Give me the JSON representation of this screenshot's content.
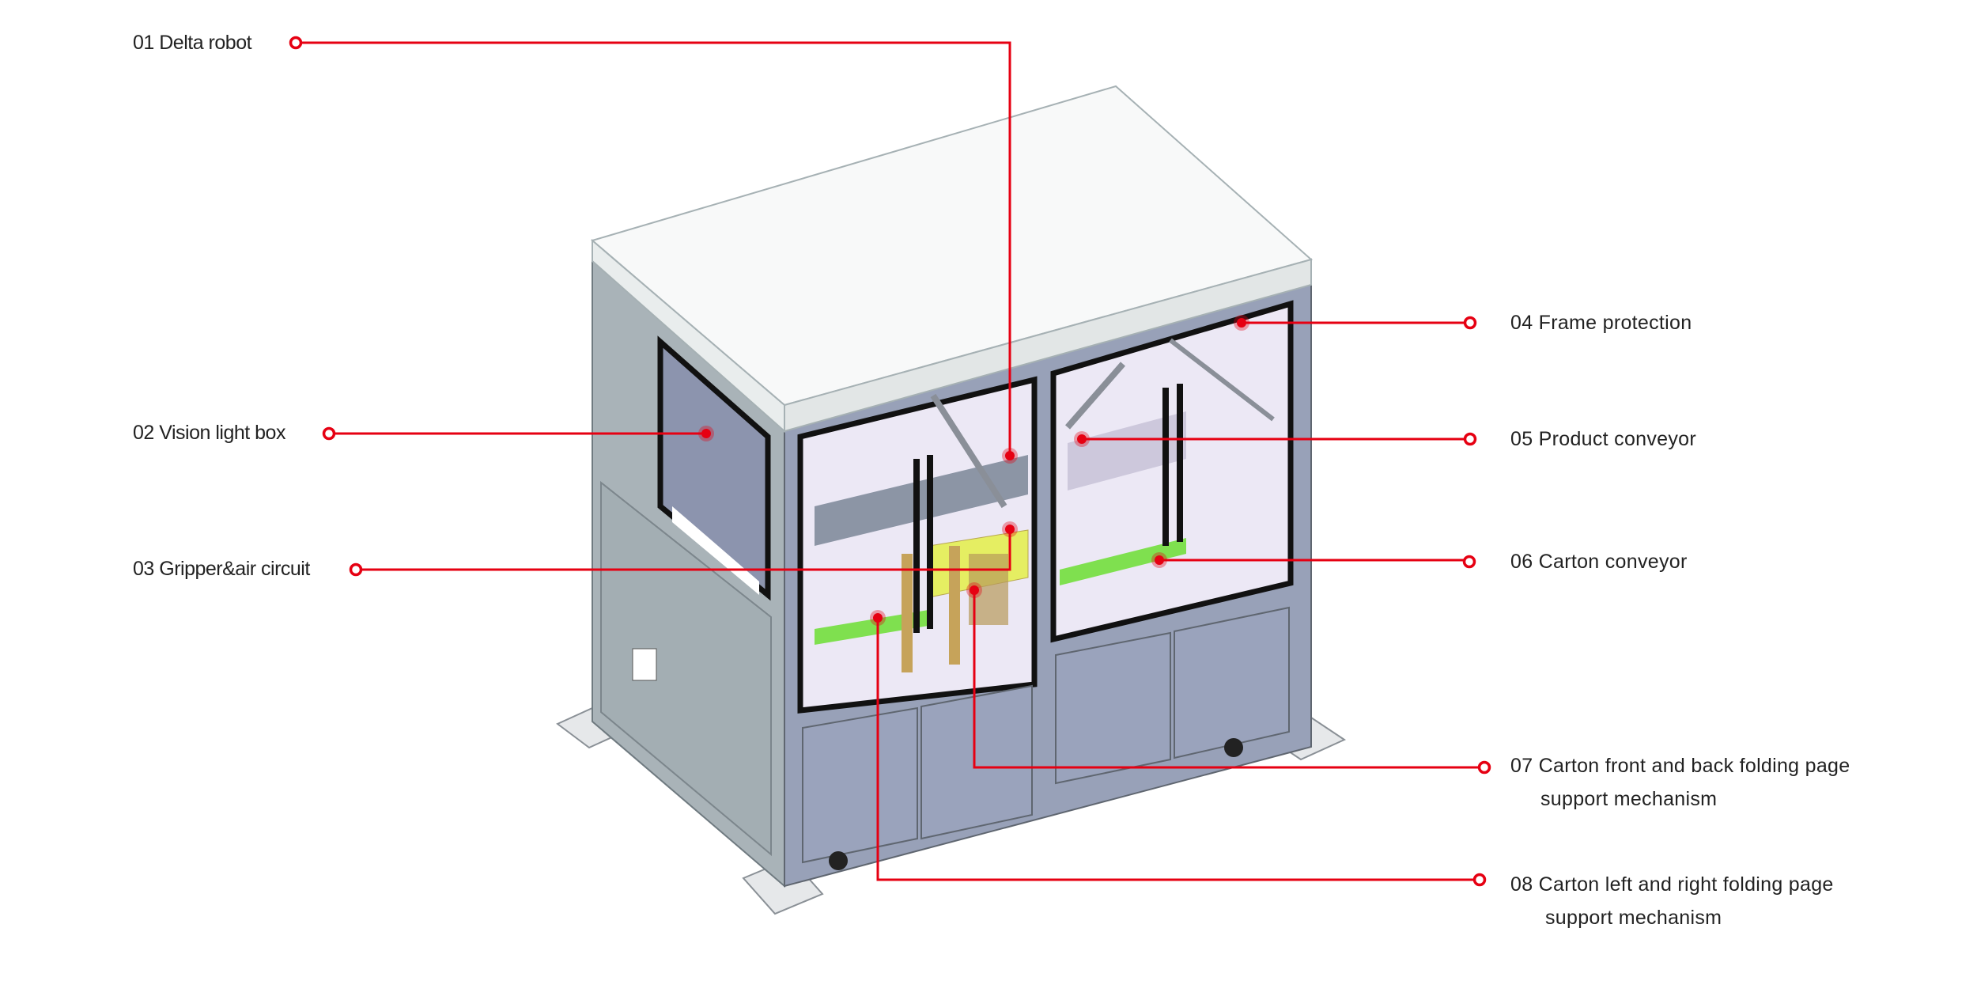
{
  "accent_color": "#e60012",
  "callouts": [
    {
      "id": "01",
      "label": "01 Delta robot"
    },
    {
      "id": "02",
      "label": "02 Vision light box"
    },
    {
      "id": "03",
      "label": "03 Gripper&air circuit"
    },
    {
      "id": "04",
      "label": "04 Frame protection"
    },
    {
      "id": "05",
      "label": "05 Product conveyor"
    },
    {
      "id": "06",
      "label": "06 Carton conveyor"
    },
    {
      "id": "07",
      "label": "07 Carton front and back folding page",
      "label_line2": "support mechanism"
    },
    {
      "id": "08",
      "label": "08 Carton left and right folding page",
      "label_line2": "support mechanism"
    }
  ]
}
